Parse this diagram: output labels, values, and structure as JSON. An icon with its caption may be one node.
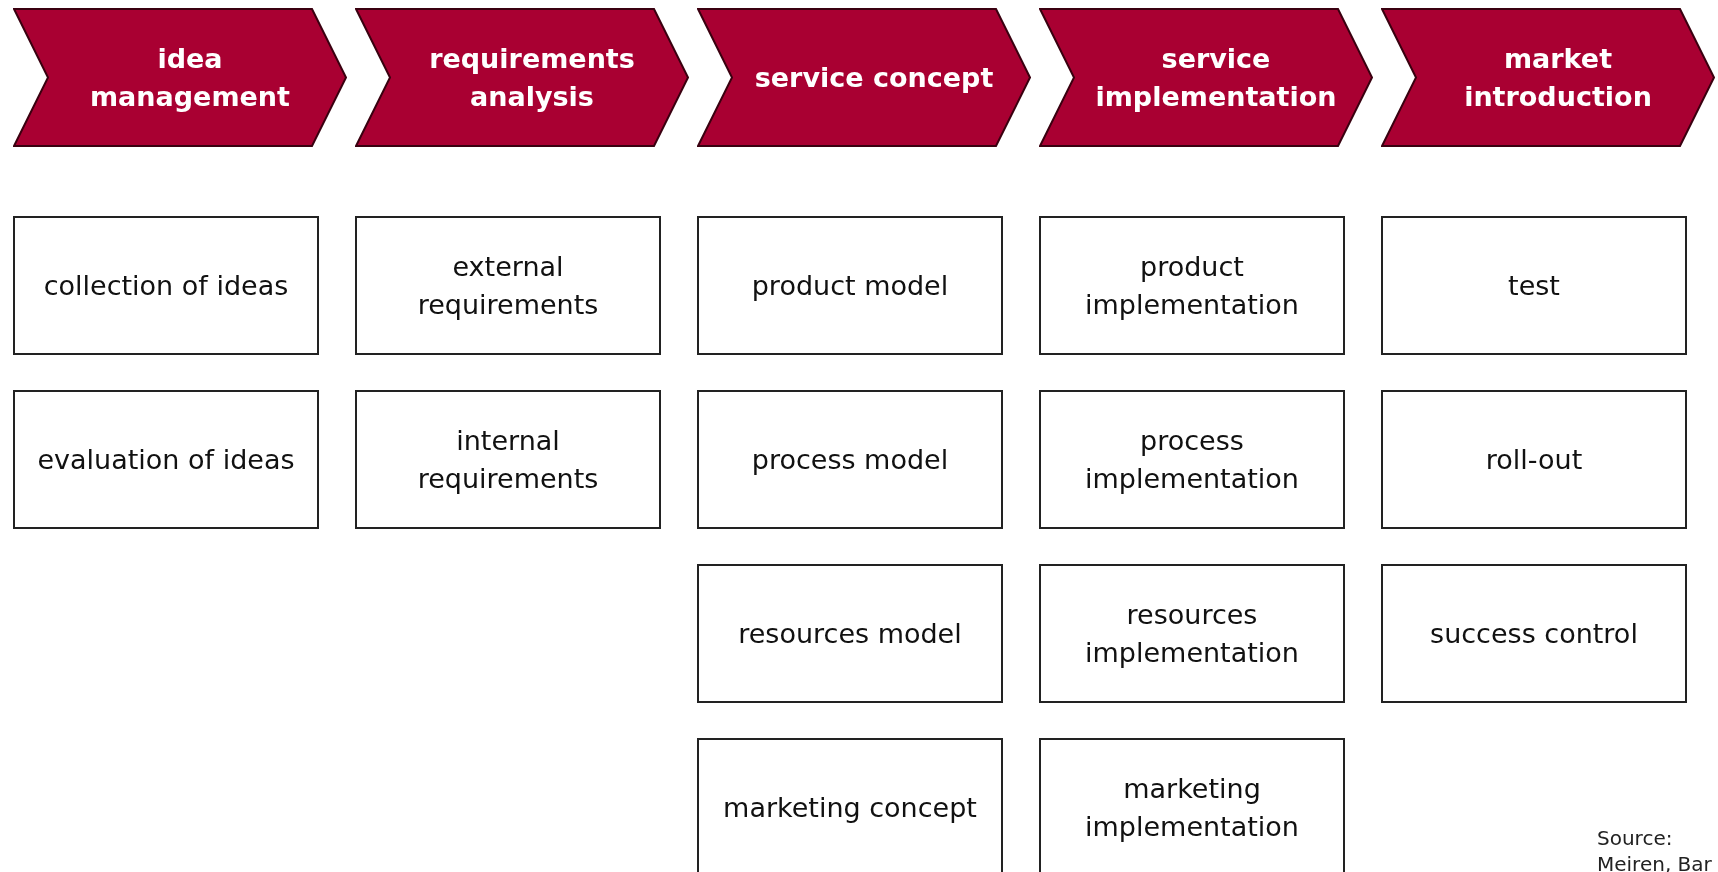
{
  "diagram": {
    "nodes": [
      {
        "text": [
          "idea management"
        ]
      },
      {
        "text": [
          "requirements analysis"
        ]
      },
      {
        "text": [
          "service concept"
        ]
      },
      {
        "text": [
          "service implementation"
        ]
      },
      {
        "text": [
          "market introduction"
        ]
      },
      {
        "text": [
          "collection of ideas"
        ]
      },
      {
        "text": [
          "external requirements"
        ]
      },
      {
        "text": [
          "product model"
        ]
      },
      {
        "text": [
          "product implementation"
        ]
      },
      {
        "text": [
          "test"
        ]
      },
      {
        "text": [
          "evaluation of ideas"
        ]
      },
      {
        "text": [
          "internal requirements"
        ]
      },
      {
        "text": [
          "process model"
        ]
      },
      {
        "text": [
          "process implementation"
        ]
      },
      {
        "text": [
          "roll-out"
        ]
      },
      {
        "text": [
          "resources model"
        ]
      },
      {
        "text": [
          "resources implementation"
        ]
      },
      {
        "text": [
          "success control"
        ]
      },
      {
        "text": [
          "marketing concept"
        ]
      },
      {
        "text": [
          "marketing implementation"
        ]
      }
    ],
    "edges": [],
    "labels": [
      "Source:",
      "Meiren, Bar"
    ]
  }
}
